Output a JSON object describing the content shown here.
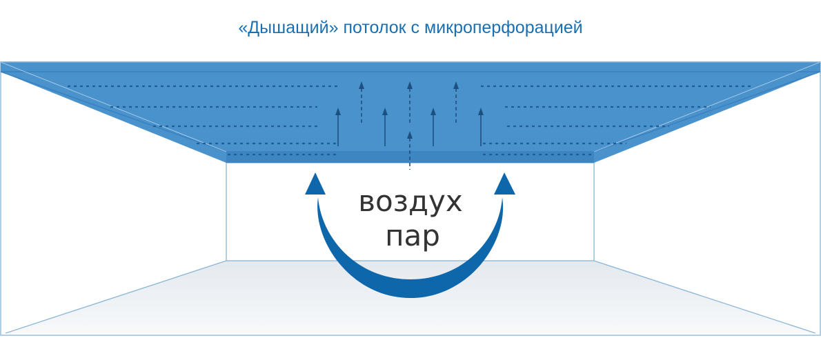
{
  "title": "«Дышащий» потолок с микроперфорацией",
  "labels": {
    "air": "воздух",
    "vapor": "пар"
  },
  "colors": {
    "ceiling_fill": "#4a92cc",
    "frame_stroke": "#3a7fbf",
    "perforation_dots": "#1d5d98",
    "arrow_blue": "#0f67ab",
    "room_outline": "#8fb8d8",
    "title_blue": "#1a6fb0"
  },
  "icons": {
    "flow_arrow": "curved-arc-up-arrows",
    "vapor_arrows": "small-up-arrows"
  }
}
